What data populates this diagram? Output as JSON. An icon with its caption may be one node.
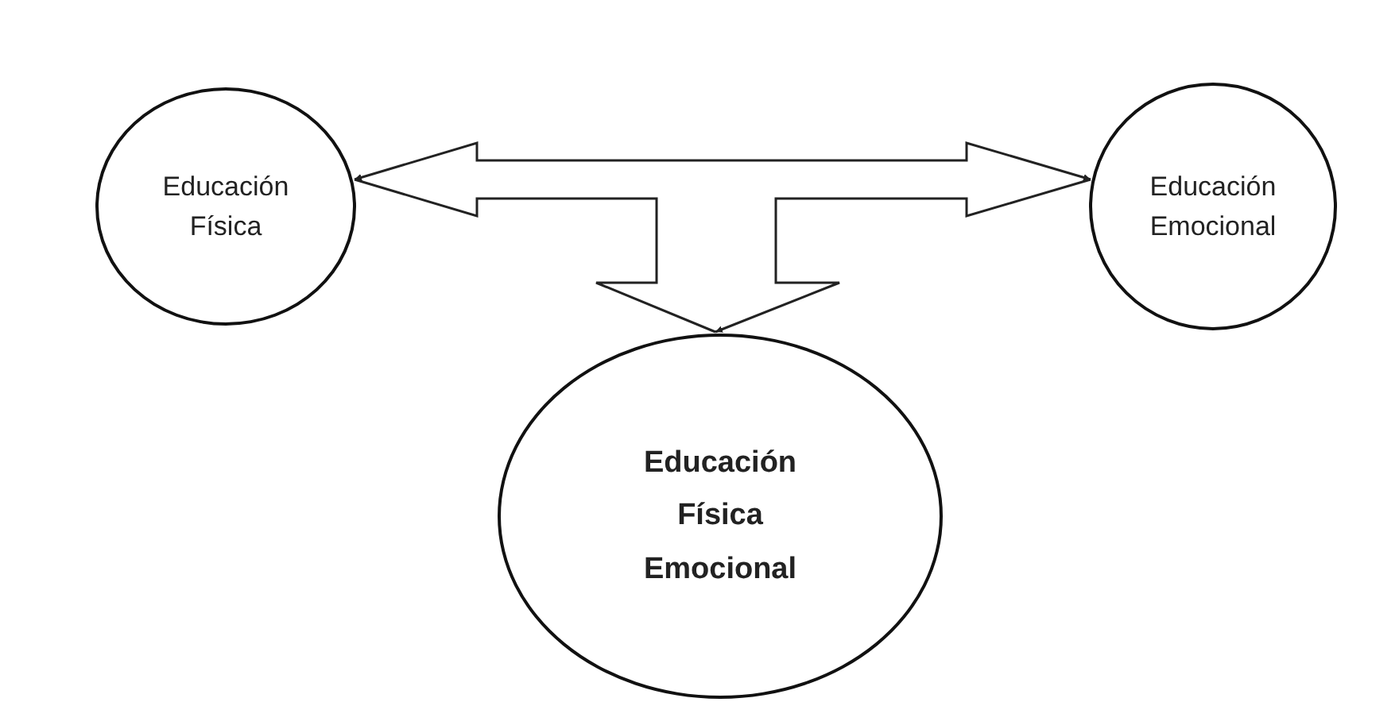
{
  "diagram": {
    "nodes": [
      {
        "text": [
          "Educación Física"
        ]
      },
      {
        "text": [
          "Educación Emocional"
        ]
      },
      {
        "text": [
          "Educación Física Emocional"
        ]
      }
    ],
    "edges": [
      {
        "from": null,
        "to": 0,
        "arrow": "to"
      },
      {
        "from": null,
        "to": 1,
        "arrow": "to"
      },
      {
        "from": null,
        "to": 2,
        "arrow": "to"
      }
    ]
  }
}
